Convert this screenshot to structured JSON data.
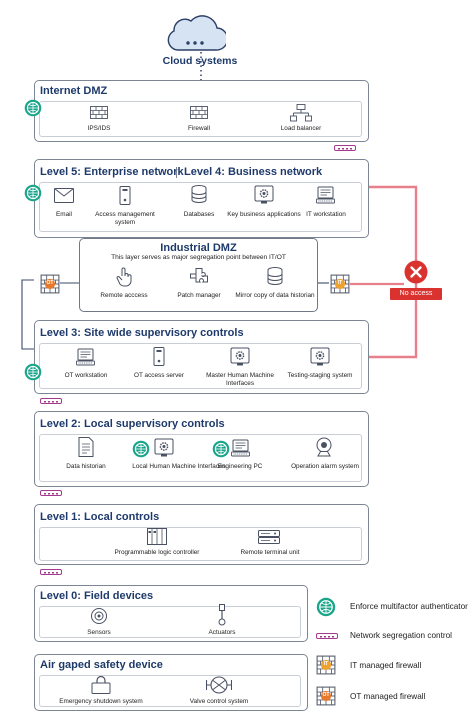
{
  "cloud": {
    "title": "Cloud systems"
  },
  "internet_dmz": {
    "title": "Internet DMZ",
    "items": [
      {
        "label": "IPS/IDS",
        "icon": "brick-wall-icon"
      },
      {
        "label": "Firewall",
        "icon": "brick-wall-icon"
      },
      {
        "label": "Load balancer",
        "icon": "network-tree-icon"
      }
    ]
  },
  "enterprise": {
    "title": "Level 5: Enterprise network",
    "title2": "Level 4: Business network",
    "items": [
      {
        "label": "Email",
        "icon": "envelope-icon"
      },
      {
        "label": "Access management system",
        "icon": "tower-device-icon"
      },
      {
        "label": "Databases",
        "icon": "database-icon"
      },
      {
        "label": "Key business applications",
        "icon": "gear-monitor-icon"
      },
      {
        "label": "IT workstation",
        "icon": "workstation-icon"
      }
    ]
  },
  "industrial_dmz": {
    "title": "Industrial DMZ",
    "subtitle": "This layer serves as major segregation point between IT/OT",
    "items": [
      {
        "label": "Remote acccess",
        "icon": "hand-pointer-icon"
      },
      {
        "label": "Patch manager",
        "icon": "puzzle-icon"
      },
      {
        "label": "Mirror copy of data historian",
        "icon": "database-icon"
      }
    ]
  },
  "level3": {
    "title": "Level 3: Site wide supervisory controls",
    "items": [
      {
        "label": "OT workstation",
        "icon": "workstation-icon"
      },
      {
        "label": "OT access server",
        "icon": "tower-device-icon"
      },
      {
        "label": "Master Human Machine Interfaces",
        "icon": "gear-monitor-icon"
      },
      {
        "label": "Testing-staging system",
        "icon": "gear-monitor-icon"
      }
    ]
  },
  "level2": {
    "title": "Level 2: Local supervisory controls",
    "items": [
      {
        "label": "Data historian",
        "icon": "document-icon"
      },
      {
        "label": "Local Human Machine Interfaces",
        "icon": "gear-monitor-icon"
      },
      {
        "label": "Engineering PC",
        "icon": "workstation-icon"
      },
      {
        "label": "Operation alarm system",
        "icon": "alarm-camera-icon"
      }
    ]
  },
  "level1": {
    "title": "Level 1: Local controls",
    "items": [
      {
        "label": "Programmable logic controller",
        "icon": "plc-icon"
      },
      {
        "label": "Remote terminal unit",
        "icon": "terminal-unit-icon"
      }
    ]
  },
  "level0": {
    "title": "Level 0: Field devices",
    "items": [
      {
        "label": "Sensors",
        "icon": "sensor-icon"
      },
      {
        "label": "Actuators",
        "icon": "actuator-icon"
      }
    ]
  },
  "safety": {
    "title": "Air gaped safety device",
    "items": [
      {
        "label": "Emergency shutdown system",
        "icon": "lock-icon"
      },
      {
        "label": "Valve control system",
        "icon": "valve-icon"
      }
    ]
  },
  "no_access": {
    "label": "No access"
  },
  "firewall_badges": {
    "it": "IT",
    "ot": "OT"
  },
  "legend": {
    "mfa": "Enforce multifactor authenticator",
    "segregation": "Network segregation control",
    "it_firewall": "IT managed firewall",
    "ot_firewall": "OT managed firewall"
  },
  "colors": {
    "panel_border": "#7c8593",
    "title": "#1e3a6b",
    "mfa": "#1aa58a",
    "segregation": "#a43a8f",
    "it_firewall": "#f0a22e",
    "ot_firewall": "#e67a2c",
    "no_access": "#d9322f",
    "no_access_line": "#e8808c"
  }
}
